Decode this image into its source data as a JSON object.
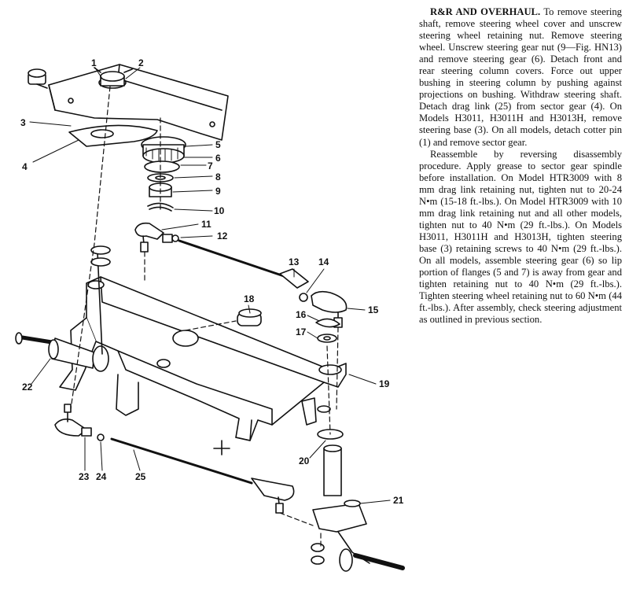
{
  "article": {
    "heading": "R&R AND OVERHAUL.",
    "paragraph1": " To remove steering shaft, remove steering wheel cover and unscrew steering wheel re­taining nut. Remove steering wheel. Unscrew steering gear nut (9—Fig. HN13) and remove steering gear (6). Detach front and rear steering column covers. Force out upper bushing in steering column by pushing against pro­jections on bushing. Withdraw steering shaft. Detach drag link (25) from sector gear (4). On Models H3011, H3011H and H3013H, remove steering base (3). On all models, detach cotter pin (1) and remove sector gear.",
    "paragraph2": "Reassemble by reversing disassem­bly procedure. Apply grease to sector gear spindle before installation. On Model HTR3009 with 8 mm drag link retaining nut, tighten nut to 20-24 N•m (15-18 ft.-lbs.). On Model HTR3009 with 10 mm drag link retaining nut and all other models, tighten nut to 40 N•m (29 ft.-lbs.). On Models H3011, H3011H and H3013H, tighten steering base (3) re­taining screws to 40 N•m (29 ft.-lbs.). On all models, assemble steering gear (6) so lip portion of flanges (5 and 7) is away from gear and tighten retaining nut to 40 N•m (29 ft.-lbs.). Tighten steering wheel retaining nut to 60 N•m (44 ft.-lbs.). After assembly, check steering ad­justment as outlined in previous section."
  },
  "diagram": {
    "callouts": [
      "1",
      "2",
      "3",
      "4",
      "5",
      "6",
      "7",
      "8",
      "9",
      "10",
      "11",
      "12",
      "13",
      "14",
      "15",
      "16",
      "17",
      "18",
      "19",
      "20",
      "21",
      "22",
      "23",
      "24",
      "25"
    ]
  }
}
